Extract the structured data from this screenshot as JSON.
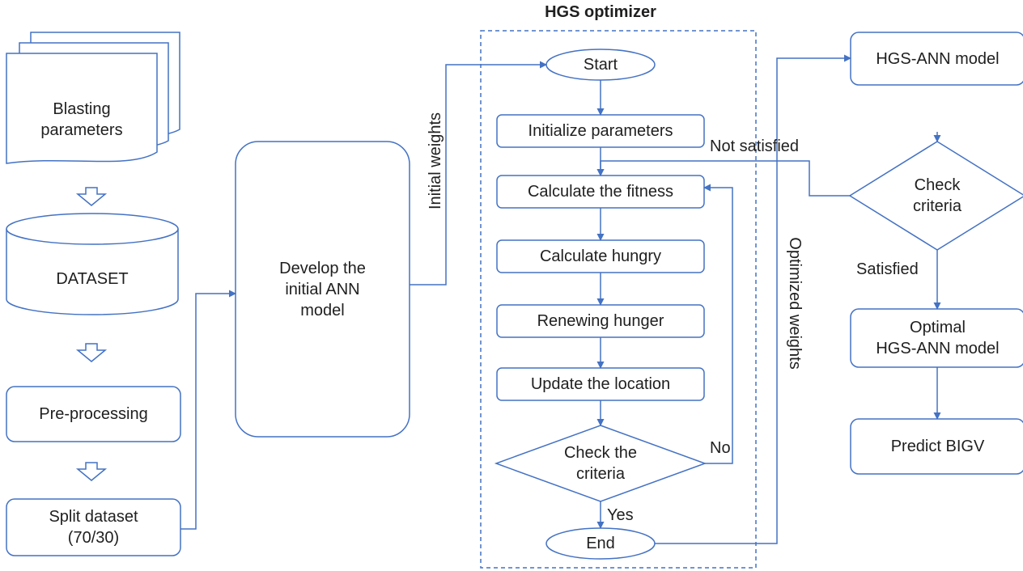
{
  "colors": {
    "stroke": "#4472c4",
    "text": "#1f1f1f",
    "background": "#ffffff"
  },
  "optimizer": {
    "title": "HGS optimizer"
  },
  "left": {
    "blasting": "Blasting\nparameters",
    "dataset": "DATASET",
    "preprocessing": "Pre-processing",
    "split": "Split dataset\n(70/30)"
  },
  "middle": {
    "develop": "Develop the\ninitial ANN\nmodel",
    "initial_weights": "Initial weights"
  },
  "flow": {
    "start": "Start",
    "init_params": "Initialize parameters",
    "fitness": "Calculate the fitness",
    "hungry": "Calculate hungry",
    "renewing": "Renewing hunger",
    "update": "Update the location",
    "check": "Check the\ncriteria",
    "yes": "Yes",
    "no": "No",
    "end": "End"
  },
  "right": {
    "optimized_weights": "Optimized weights",
    "hgs_ann": "HGS-ANN model",
    "not_satisfied": "Not satisfied",
    "check": "Check\ncriteria",
    "satisfied": "Satisfied",
    "optimal": "Optimal\nHGS-ANN model",
    "predict": "Predict BIGV"
  }
}
